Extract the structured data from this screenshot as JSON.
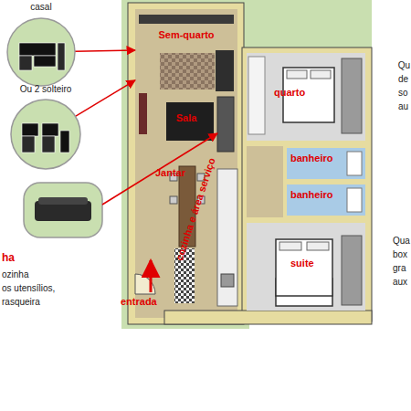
{
  "diagram": {
    "nodes": [
      {
        "text": [
          "casal"
        ]
      },
      {
        "text": [
          "Ou 2 solteiro"
        ]
      },
      {
        "text": [
          "Sem-quarto"
        ]
      },
      {
        "text": [
          "Sala"
        ]
      }
    ],
    "edges": [
      {
        "from": 0,
        "to": 2,
        "arrow": "to"
      },
      {
        "from": 1,
        "to": 2,
        "arrow": "to"
      }
    ],
    "labels": [
      "Jantar",
      "cozinha e área serviço",
      "entrada",
      "quarto",
      "banheiro",
      "banheiro",
      "suite",
      "ha",
      "ozinha",
      "os utensílios,",
      "rasqueira",
      "Qu",
      "de",
      "so",
      "au",
      "Qua",
      "box",
      "gra",
      "aux"
    ]
  }
}
